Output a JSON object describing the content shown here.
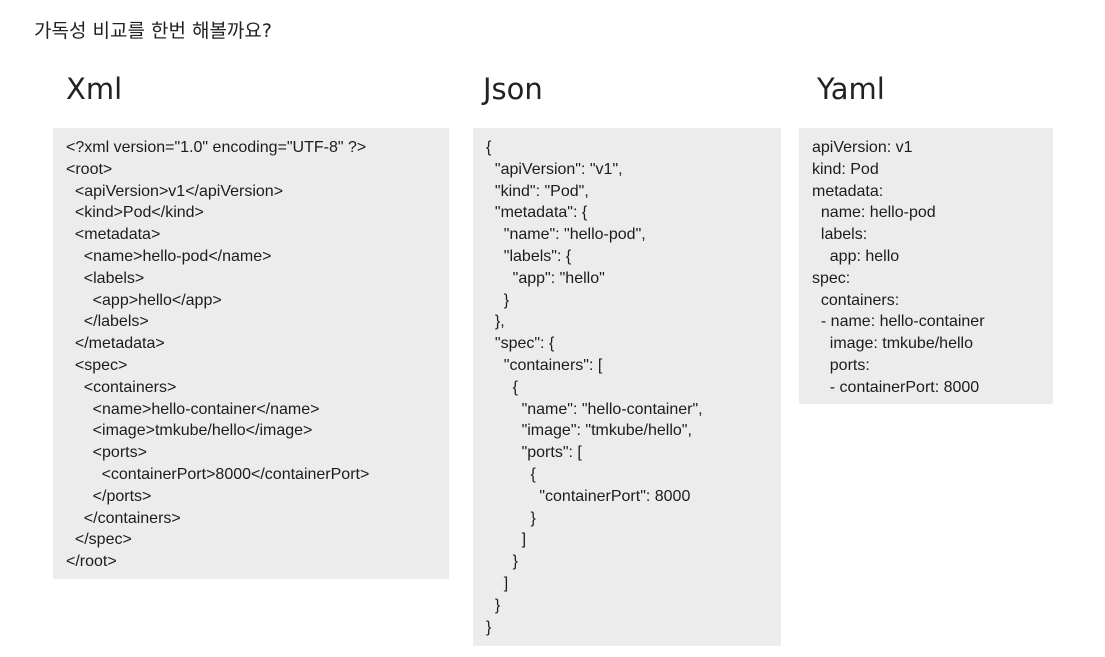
{
  "heading": "가독성 비교를 한번 해볼까요?",
  "columns": {
    "xml": {
      "title": "Xml",
      "lines": [
        "<?xml version=\"1.0\" encoding=\"UTF-8\" ?>",
        "<root>",
        "  <apiVersion>v1</apiVersion>",
        "  <kind>Pod</kind>",
        "  <metadata>",
        "    <name>hello-pod</name>",
        "    <labels>",
        "      <app>hello</app>",
        "    </labels>",
        "  </metadata>",
        "  <spec>",
        "    <containers>",
        "      <name>hello-container</name>",
        "      <image>tmkube/hello</image>",
        "      <ports>",
        "        <containerPort>8000</containerPort>",
        "      </ports>",
        "    </containers>",
        "  </spec>",
        "</root>"
      ]
    },
    "json": {
      "title": "Json",
      "lines": [
        "{",
        "  \"apiVersion\": \"v1\",",
        "  \"kind\": \"Pod\",",
        "  \"metadata\": {",
        "    \"name\": \"hello-pod\",",
        "    \"labels\": {",
        "      \"app\": \"hello\"",
        "    }",
        "  },",
        "  \"spec\": {",
        "    \"containers\": [",
        "      {",
        "        \"name\": \"hello-container\",",
        "        \"image\": \"tmkube/hello\",",
        "        \"ports\": [",
        "          {",
        "            \"containerPort\": 8000",
        "          }",
        "        ]",
        "      }",
        "    ]",
        "  }",
        "}"
      ]
    },
    "yaml": {
      "title": "Yaml",
      "lines": [
        "apiVersion: v1",
        "kind: Pod",
        "metadata:",
        "  name: hello-pod",
        "  labels:",
        "    app: hello",
        "spec:",
        "  containers:",
        "  - name: hello-container",
        "    image: tmkube/hello",
        "    ports:",
        "    - containerPort: 8000"
      ]
    }
  }
}
